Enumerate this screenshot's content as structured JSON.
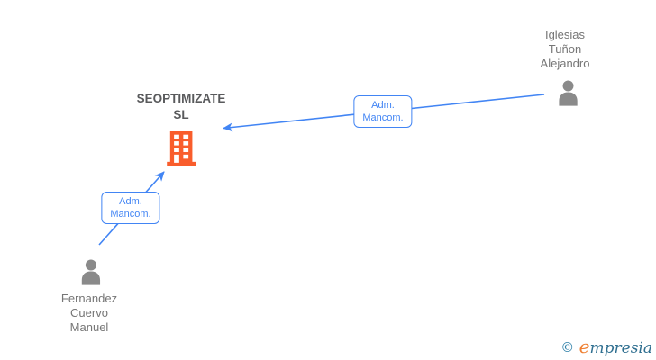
{
  "diagram": {
    "company": {
      "name_line1": "SEOPTIMIZATE",
      "name_line2": "SL",
      "icon": "building-icon",
      "icon_color": "#f95d2c",
      "label_color": "#595a5c"
    },
    "person_top_right": {
      "name_line1": "Iglesias",
      "name_line2": "Tuñon",
      "name_line3": "Alejandro",
      "icon": "person-icon",
      "icon_color": "#8a8a8a"
    },
    "person_bottom_left": {
      "name_line1": "Fernandez",
      "name_line2": "Cuervo",
      "name_line3": "Manuel",
      "icon": "person-icon",
      "icon_color": "#8a8a8a"
    },
    "edge_top": {
      "label_line1": "Adm.",
      "label_line2": "Mancom."
    },
    "edge_bottom": {
      "label_line1": "Adm.",
      "label_line2": "Mancom."
    },
    "edge_color": "#4285f4"
  },
  "watermark": {
    "copyright_symbol": "©",
    "brand_initial": "e",
    "brand_rest": "mpresia",
    "symbol_color": "#2d7fa8",
    "initial_color": "#ef8033",
    "text_color": "#2f6f90"
  }
}
